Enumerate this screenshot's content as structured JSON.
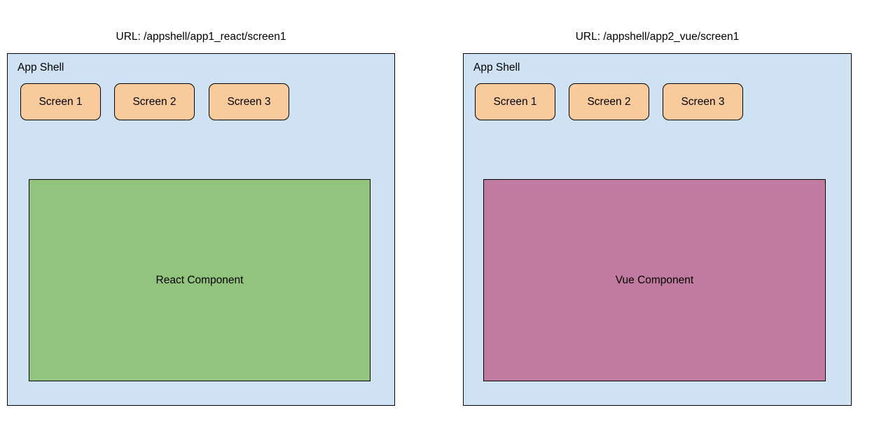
{
  "diagram": {
    "background_color": "#ffffff",
    "shell_color": "#cfe2f3",
    "button_color": "#f9cb9c",
    "border_color": "#000000"
  },
  "panels": [
    {
      "id": "left",
      "url_label": "URL: /appshell/app1_react/screen1",
      "shell_title": "App Shell",
      "buttons": [
        {
          "label": "Screen 1"
        },
        {
          "label": "Screen 2"
        },
        {
          "label": "Screen 3"
        }
      ],
      "component": {
        "label": "React Component",
        "color": "#93c47d"
      }
    },
    {
      "id": "right",
      "url_label": "URL: /appshell/app2_vue/screen1",
      "shell_title": "App Shell",
      "buttons": [
        {
          "label": "Screen 1"
        },
        {
          "label": "Screen 2"
        },
        {
          "label": "Screen 3"
        }
      ],
      "component": {
        "label": "Vue Component",
        "color": "#c27ba0"
      }
    }
  ]
}
